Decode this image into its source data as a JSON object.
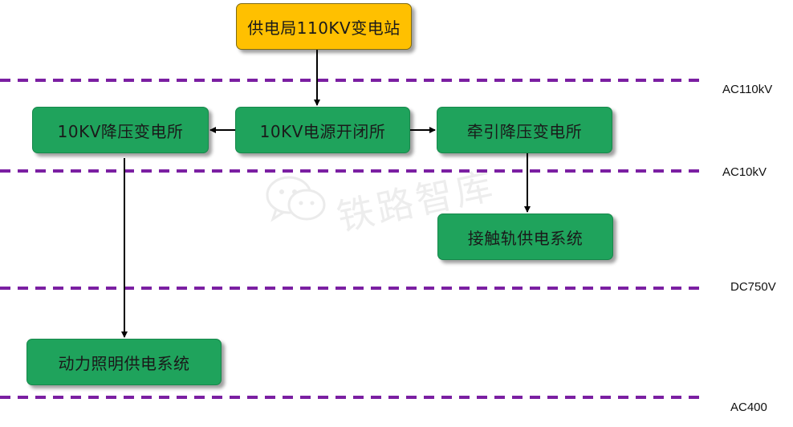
{
  "nodes": {
    "substation_110kv": "供电局110KV变电站",
    "step_down_10kv": "10KV降压变电所",
    "power_switching": "10KV电源开闭所",
    "traction": "牵引降压变电所",
    "contact_rail": "接触轨供电系统",
    "lighting": "动力照明供电系统"
  },
  "levels": {
    "ac110kv": "AC110kV",
    "ac10kv": "AC10kV",
    "dc750v": "DC750V",
    "ac400": "AC400"
  },
  "watermark": "铁路智库",
  "colors": {
    "node_green": "#1fa35c",
    "node_gold": "#ffc000",
    "level_line": "#7b1fa2",
    "arrow": "#000000"
  }
}
